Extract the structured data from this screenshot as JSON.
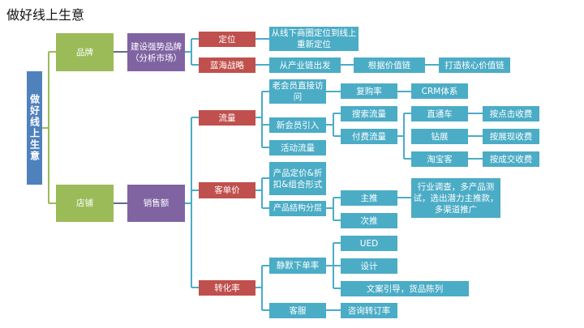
{
  "title": "做好线上生意",
  "root": "做好线上生意",
  "brand": {
    "label": "品牌",
    "child": "建设强势品牌（分析市场）",
    "positioning": {
      "label": "定位",
      "detail": "从线下商圈定位到线上重新定位"
    },
    "blue_ocean": {
      "label": "蓝海战略",
      "steps": [
        "从产业链出发",
        "根据价值链",
        "打造核心价值链"
      ]
    }
  },
  "store": {
    "label": "店铺",
    "child": "销售额",
    "traffic": {
      "label": "流量",
      "old_members": "老会员直接访问",
      "repurchase": "复购率",
      "crm": "CRM体系",
      "new_members": "新会员引入",
      "search": "搜索流量",
      "paid": "付费流量",
      "paid_channels": [
        {
          "name": "直通车",
          "fee": "按点击收费"
        },
        {
          "name": "钻展",
          "fee": "按展现收费"
        },
        {
          "name": "淘宝客",
          "fee": "按成交收费"
        }
      ],
      "activity": "活动流量"
    },
    "aov": {
      "label": "客单价",
      "pricing": "产品定价&折扣&组合形式",
      "structure": "产品结构分层",
      "main": "主推",
      "main_detail": "行业调查，多产品测试，选出潜力主推款，多渠道推广",
      "secondary": "次推"
    },
    "conversion": {
      "label": "转化率",
      "silent": "静默下单率",
      "silent_items": [
        "UED",
        "设计",
        "文案引导，货品陈列"
      ],
      "service": "客服",
      "service_item": "咨询转订率"
    }
  }
}
